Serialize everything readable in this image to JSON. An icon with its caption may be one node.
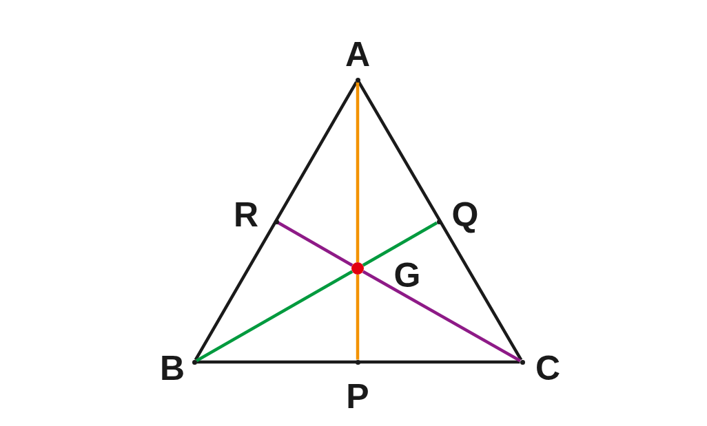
{
  "diagram": {
    "nodes": [
      {
        "text": [],
        "shape": "point",
        "beside": [
          "A"
        ]
      },
      {
        "text": [],
        "shape": "point",
        "beside": [
          "B"
        ]
      },
      {
        "text": [],
        "shape": "point",
        "beside": [
          "C"
        ]
      },
      {
        "text": [],
        "shape": "point",
        "beside": [
          "P"
        ]
      },
      {
        "text": [],
        "shape": "point",
        "beside": [
          "Q"
        ]
      },
      {
        "text": [],
        "shape": "point",
        "beside": [
          "R"
        ]
      },
      {
        "text": [],
        "shape": "circle",
        "beside": [
          "G"
        ]
      }
    ],
    "edges": [
      {
        "from": 0,
        "to": 1,
        "arrow": "none"
      },
      {
        "from": 1,
        "to": 2,
        "arrow": "none"
      },
      {
        "from": 2,
        "to": 0,
        "arrow": "none"
      },
      {
        "from": 0,
        "to": 6,
        "arrow": "none",
        "color": "#f39200"
      },
      {
        "from": 6,
        "to": 3,
        "arrow": "none",
        "color": "#f39200"
      },
      {
        "from": 1,
        "to": 6,
        "arrow": "none",
        "color": "#009a3e"
      },
      {
        "from": 6,
        "to": 4,
        "arrow": "none",
        "color": "#009a3e"
      },
      {
        "from": 2,
        "to": 6,
        "arrow": "none",
        "color": "#8e1a87"
      },
      {
        "from": 6,
        "to": 5,
        "arrow": "none",
        "color": "#8e1a87"
      }
    ]
  }
}
